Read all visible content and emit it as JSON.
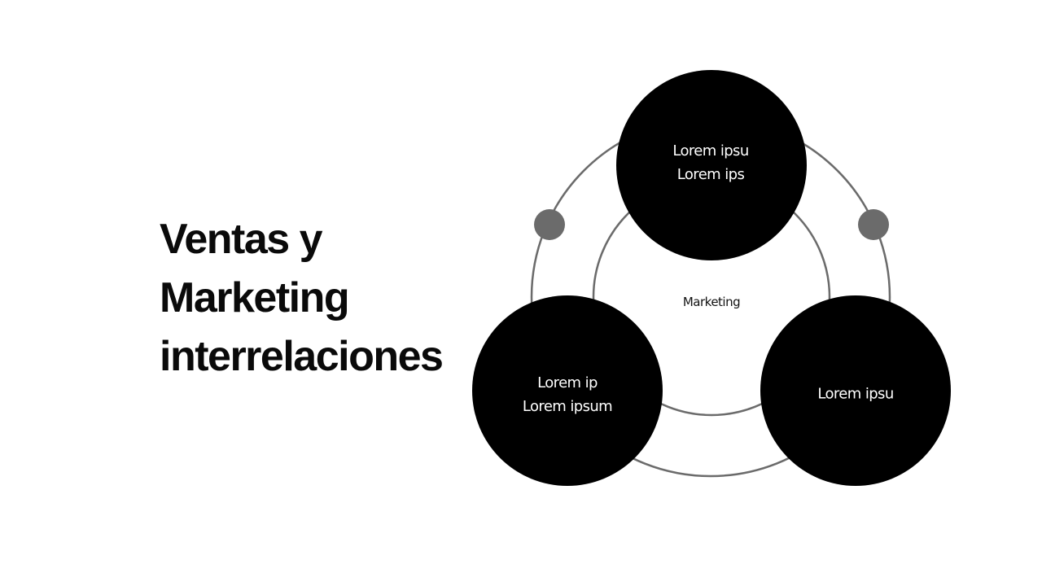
{
  "slide": {
    "title_lines": [
      "Ventas y",
      "Marketing",
      "interrelaciones"
    ]
  },
  "diagram": {
    "center_label": "Marketing",
    "nodes": [
      {
        "position": "top",
        "lines": [
          "Lorem ipsu",
          "Lorem ips"
        ]
      },
      {
        "position": "bottom-left",
        "lines": [
          "Lorem ip",
          "Lorem ipsum"
        ]
      },
      {
        "position": "bottom-right",
        "lines": [
          "Lorem ipsu"
        ]
      }
    ],
    "colors": {
      "node_fill": "#000000",
      "ring_stroke": "#6b6b6b",
      "connector_dot": "#6b6b6b",
      "node_text": "#ffffff"
    }
  }
}
